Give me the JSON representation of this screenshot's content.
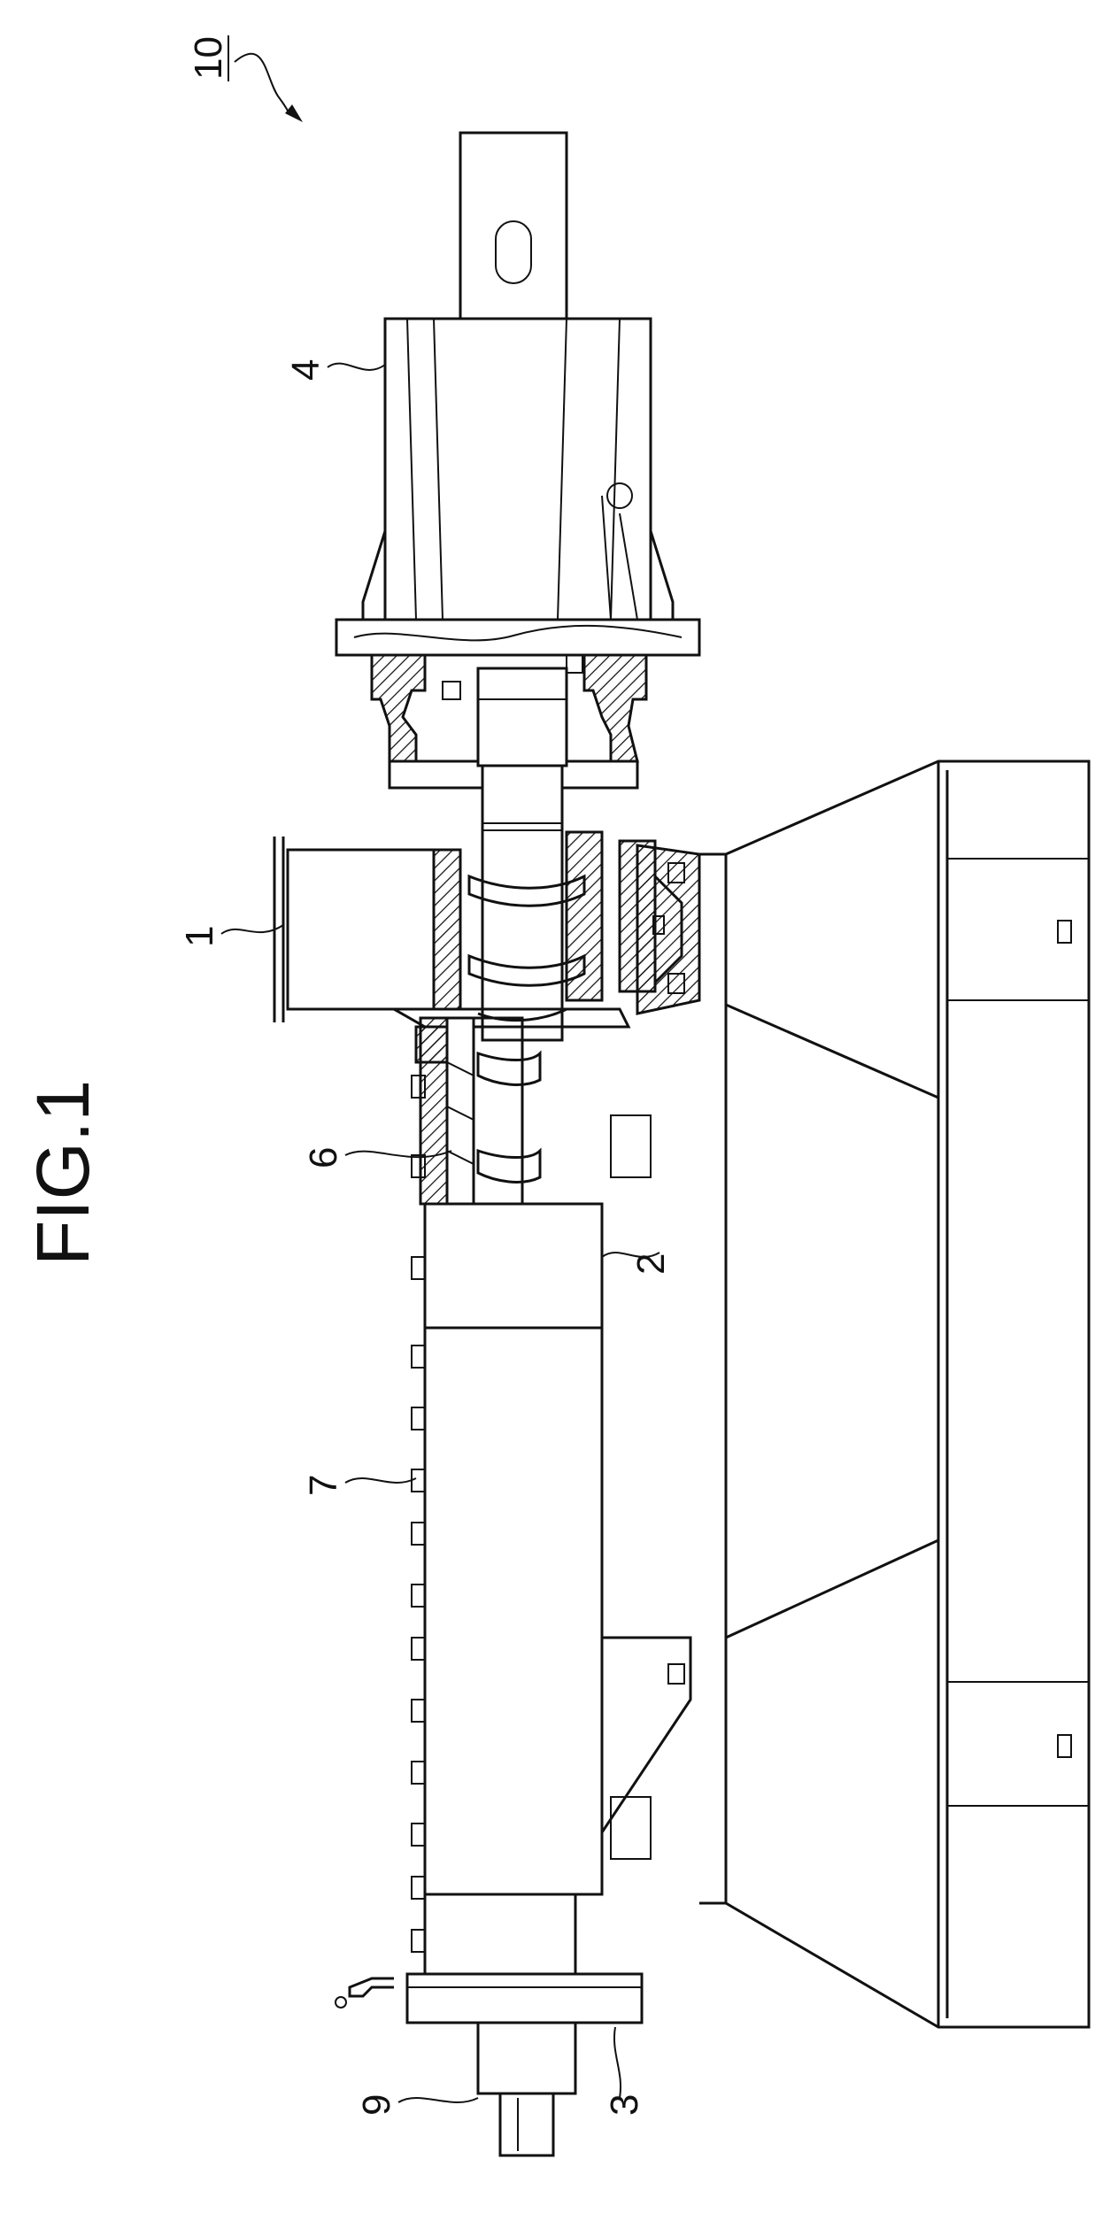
{
  "figure": {
    "title": "FIG.1",
    "assembly_ref": "10",
    "parts": [
      {
        "ref": "1"
      },
      {
        "ref": "2"
      },
      {
        "ref": "3"
      },
      {
        "ref": "4"
      },
      {
        "ref": "6"
      },
      {
        "ref": "7"
      },
      {
        "ref": "9"
      }
    ]
  }
}
